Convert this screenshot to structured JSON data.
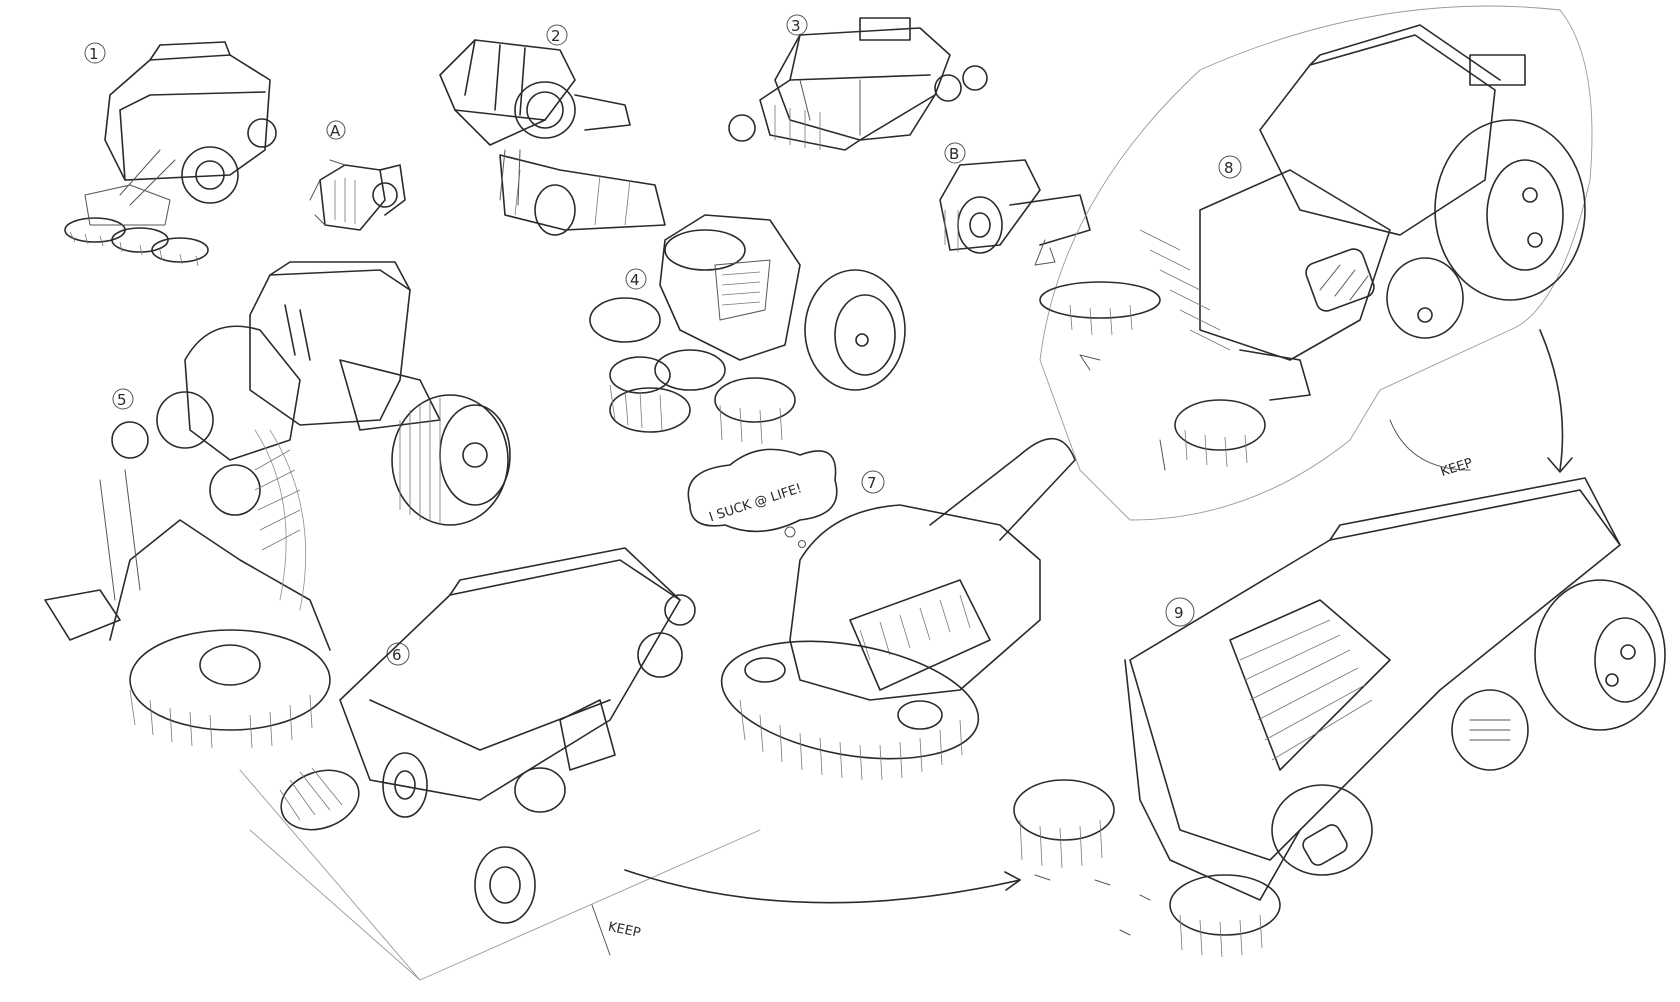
{
  "sketches": [
    {
      "id": "1",
      "label": "1"
    },
    {
      "id": "A",
      "label": "A"
    },
    {
      "id": "2",
      "label": "2"
    },
    {
      "id": "3",
      "label": "3"
    },
    {
      "id": "B",
      "label": "B"
    },
    {
      "id": "4",
      "label": "4"
    },
    {
      "id": "5",
      "label": "5"
    },
    {
      "id": "6",
      "label": "6"
    },
    {
      "id": "7",
      "label": "7"
    },
    {
      "id": "8",
      "label": "8"
    },
    {
      "id": "9",
      "label": "9"
    }
  ],
  "annotations": {
    "speech_bubble": "I SUCK @ LIFE!",
    "keep_8": "KEEP",
    "keep_6": "KEEP"
  },
  "colors": {
    "paper": "#ffffff",
    "ink": "#2b2b2b"
  }
}
